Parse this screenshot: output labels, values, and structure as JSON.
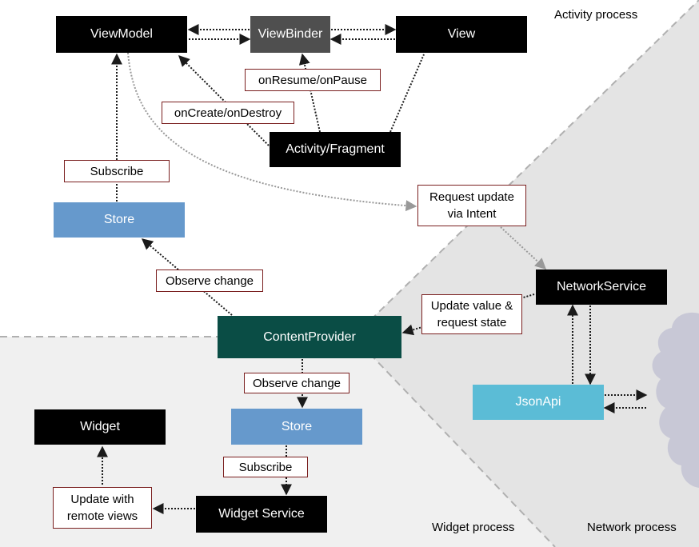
{
  "processes": {
    "activity": "Activity process",
    "widget": "Widget process",
    "network": "Network process"
  },
  "nodes": {
    "viewmodel": "ViewModel",
    "viewbinder": "ViewBinder",
    "view": "View",
    "activity_fragment": "Activity/Fragment",
    "store_top": "Store",
    "content_provider": "ContentProvider",
    "network_service": "NetworkService",
    "json_api": "JsonApi",
    "store_bottom": "Store",
    "widget": "Widget",
    "widget_service": "Widget Service"
  },
  "labels": {
    "on_resume_pause": "onResume/onPause",
    "on_create_destroy": "onCreate/onDestroy",
    "subscribe_top": "Subscribe",
    "request_update_line1": "Request update",
    "request_update_line2": "via Intent",
    "observe_change_top": "Observe change",
    "update_value_line1": "Update value &",
    "update_value_line2": "request state",
    "observe_change_bottom": "Observe change",
    "subscribe_bottom": "Subscribe",
    "update_remote_line1": "Update with",
    "update_remote_line2": "remote views"
  },
  "icons": {
    "cloud": "cloud-icon"
  },
  "colors": {
    "label_border": "#7a1f1f",
    "node_black": "#000000",
    "node_gray": "#4f4f4f",
    "store_blue": "#6699cc",
    "json_api_cyan": "#5bbcd6",
    "content_provider_green": "#0a4d45",
    "widget_zone": "#f0f0f0",
    "network_zone": "#e4e4e4",
    "cloud": "#c8c8d6"
  }
}
